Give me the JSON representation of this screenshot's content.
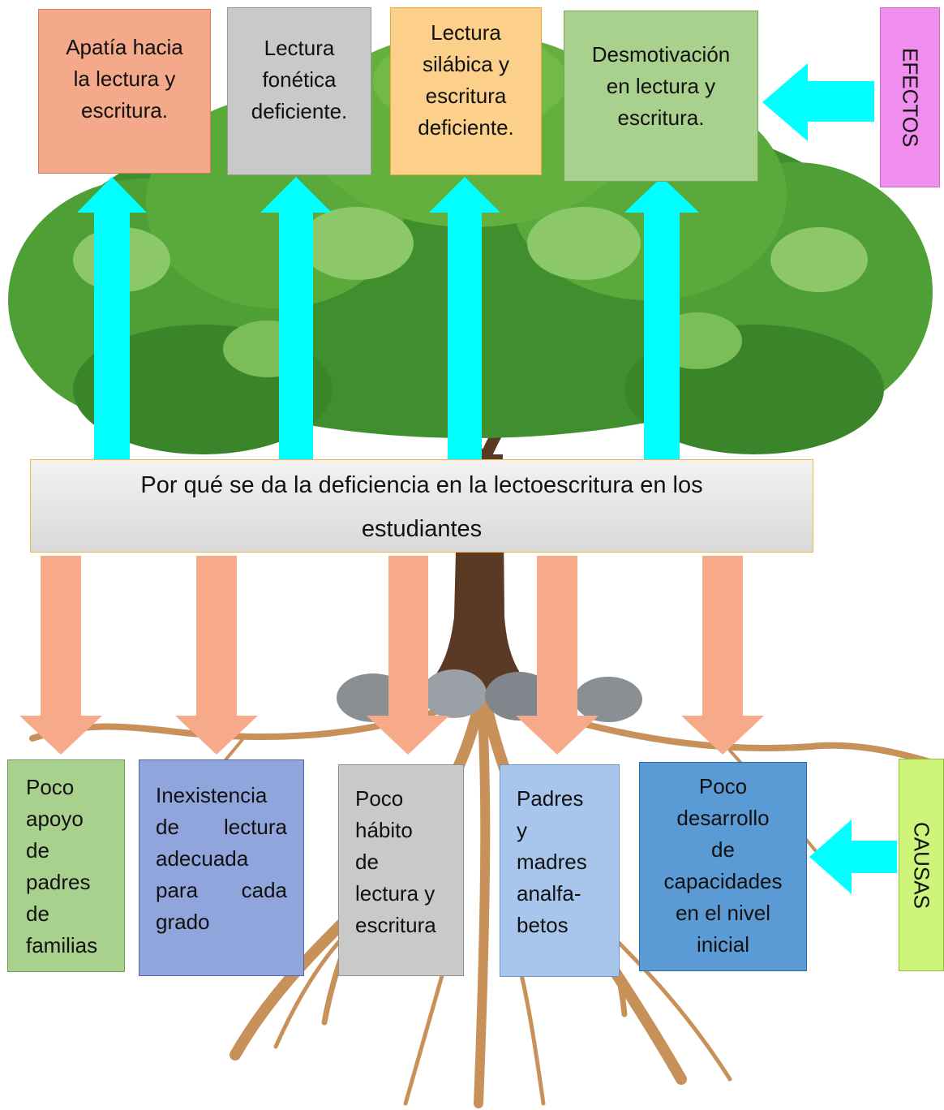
{
  "effects": {
    "side_label": "EFECTOS",
    "boxes": [
      {
        "lines": [
          "Apatía hacia",
          "la lectura y",
          "escritura."
        ],
        "color": "#f4a98a"
      },
      {
        "lines": [
          "Lectura",
          "fonética",
          "deficiente."
        ],
        "color": "#c9c9c9"
      },
      {
        "lines": [
          "Lectura",
          "silábica y",
          "escritura",
          "deficiente."
        ],
        "color": "#fcd08a"
      },
      {
        "lines": [
          "Desmotivación",
          "en lectura y",
          "escritura."
        ],
        "color": "#a9d18e"
      }
    ],
    "label_color": "#f08ef0"
  },
  "problem": {
    "lines": [
      "Por qué se da la deficiencia en la lectoescritura en los",
      "estudiantes"
    ]
  },
  "causes": {
    "side_label": "CAUSAS",
    "label_color": "#ccf57a",
    "boxes": [
      {
        "lines": [
          "Poco",
          "apoyo",
          "de",
          "padres",
          "de",
          "familias"
        ],
        "color": "#a9d18e"
      },
      {
        "lines": [
          "Inexistencia",
          "de lectura",
          "adecuada",
          "para cada",
          "grado"
        ],
        "color": "#8fa5dc"
      },
      {
        "lines": [
          "Poco",
          "hábito",
          "de",
          "lectura y",
          "escritura"
        ],
        "color": "#c9c9c9"
      },
      {
        "lines": [
          "Padres",
          "y",
          "madres",
          "analfa-",
          "betos"
        ],
        "color": "#a8c6ec"
      },
      {
        "lines": [
          "Poco",
          "desarrollo",
          "de",
          "capacidades",
          "en el nivel",
          "inicial"
        ],
        "color": "#5b9bd5"
      }
    ]
  },
  "colors": {
    "up_arrow": "#00ffff",
    "down_arrow": "#f6aa8a"
  }
}
